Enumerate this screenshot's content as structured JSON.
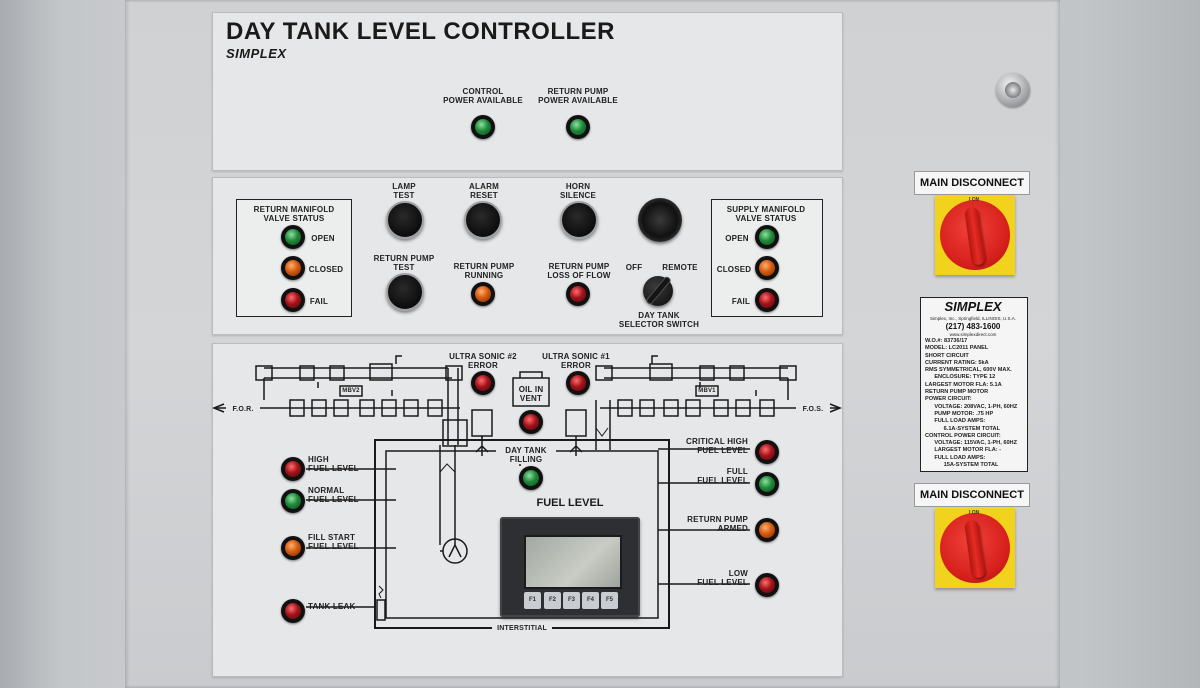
{
  "header": {
    "title": "DAY TANK LEVEL CONTROLLER",
    "brand": "SIMPLEX"
  },
  "top_lamps": [
    {
      "label": "CONTROL\nPOWER AVAILABLE",
      "color": "green"
    },
    {
      "label": "RETURN PUMP\nPOWER AVAILABLE",
      "color": "green"
    }
  ],
  "return_manifold": {
    "title": "RETURN MANIFOLD\nVALVE STATUS",
    "open": "OPEN",
    "closed": "CLOSED",
    "fail": "FAIL"
  },
  "supply_manifold": {
    "title": "SUPPLY MANIFOLD\nVALVE STATUS",
    "open": "OPEN",
    "closed": "CLOSED",
    "fail": "FAIL"
  },
  "buttons": {
    "lamp_test": "LAMP\nTEST",
    "alarm_reset": "ALARM\nRESET",
    "horn_silence": "HORN\nSILENCE",
    "return_pump_test": "RETURN PUMP\nTEST"
  },
  "indicators": {
    "return_pump_running": "RETURN PUMP\nRUNNING",
    "return_pump_loss": "RETURN PUMP\nLOSS OF FLOW"
  },
  "selector": {
    "off": "OFF",
    "remote": "REMOTE",
    "label": "DAY TANK\nSELECTOR SWITCH"
  },
  "diagram": {
    "ultrasonic_2": "ULTRA SONIC #2\nERROR",
    "ultrasonic_1": "ULTRA SONIC #1\nERROR",
    "oil_in_vent": "OIL IN\nVENT",
    "mbv2": "MBV2",
    "mbv1": "MBV1",
    "for": "F.O.R.",
    "fos": "F.O.S.",
    "day_tank_filling": "DAY TANK\nFILLING",
    "fuel_level": "FUEL LEVEL",
    "interstitial": "INTERSTITIAL",
    "high_fuel": "HIGH\nFUEL LEVEL",
    "normal_fuel": "NORMAL\nFUEL LEVEL",
    "fill_start": "FILL START\nFUEL LEVEL",
    "tank_leak": "TANK LEAK",
    "critical_high": "CRITICAL HIGH\nFUEL LEVEL",
    "full_fuel": "FULL\nFUEL LEVEL",
    "return_pump_armed": "RETURN PUMP\nARMED",
    "low_fuel": "LOW\nFUEL LEVEL",
    "fkeys": [
      "F1",
      "F2",
      "F3",
      "F4",
      "F5"
    ]
  },
  "disconnect": {
    "top_label": "MAIN DISCONNECT",
    "bottom_label": "MAIN DISCONNECT",
    "on_mark": "I ON"
  },
  "nameplate": {
    "brand": "SIMPLEX",
    "address": "Simplex, Inc., Springfield, ILLINOIS, U.S.A.",
    "phone": "(217) 483-1600",
    "web": "www.simplexdirect.com",
    "specs": [
      "W.O.#: 83736/17",
      "MODEL: LC2011 PANEL",
      "SHORT CIRCUIT",
      "CURRENT RATING: 5kA",
      "RMS SYMMETRICAL, 600V MAX.",
      "      ENCLOSURE: TYPE 12",
      "LARGEST MOTOR FLA: 5.1A",
      "RETURN PUMP MOTOR",
      "POWER CIRCUIT:",
      "      VOLTAGE: 208VAC, 1-PH, 60HZ",
      "      PUMP MOTOR: .75 HP",
      "      FULL LOAD AMPS:",
      "            6.1A-SYSTEM TOTAL",
      "CONTROL POWER CIRCUIT:",
      "      VOLTAGE: 115VAC, 1-PH, 60HZ",
      "      LARGEST MOTOR FLA: -",
      "      FULL LOAD AMPS:",
      "            15A-SYSTEM TOTAL"
    ]
  }
}
